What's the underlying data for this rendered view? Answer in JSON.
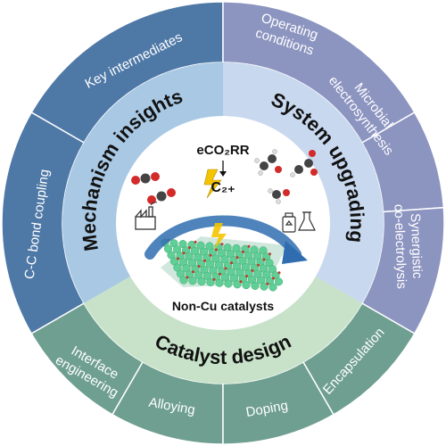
{
  "diagram": {
    "center": {
      "reaction": "eCO₂RR",
      "product": "C₂₊",
      "caption": "Non-Cu catalysts"
    },
    "middle_ring": [
      {
        "id": "mechanism",
        "label": "Mechanism  insights",
        "color": "#a8c8e4"
      },
      {
        "id": "system",
        "label": "System  upgrading",
        "color": "#c8d8ee"
      },
      {
        "id": "catalyst",
        "label": "Catalyst  design",
        "color": "#c7e2c8"
      }
    ],
    "outer_ring": [
      {
        "group": "mechanism",
        "label": "Key intermediates",
        "color": "#4e78a6"
      },
      {
        "group": "mechanism",
        "label": "C-C bond coupling",
        "color": "#4e78a6"
      },
      {
        "group": "system",
        "label": "Operating conditions",
        "lines": [
          "Operating",
          "conditions"
        ],
        "color": "#8c94c0"
      },
      {
        "group": "system",
        "label": "Microbial electrosynthesis",
        "lines": [
          "Microbial",
          "electrosynthesis"
        ],
        "color": "#8c94c0"
      },
      {
        "group": "system",
        "label": "Synergistic co-electrolysis",
        "lines": [
          "Synergistic",
          "co-electrolysis"
        ],
        "color": "#8c94c0"
      },
      {
        "group": "catalyst",
        "label": "Interface engineering",
        "lines": [
          "Interface",
          "engineering"
        ],
        "color": "#6f9f90"
      },
      {
        "group": "catalyst",
        "label": "Alloying",
        "color": "#6f9f90"
      },
      {
        "group": "catalyst",
        "label": "Doping",
        "color": "#6f9f90"
      },
      {
        "group": "catalyst",
        "label": "Encapsulation",
        "color": "#6f9f90"
      }
    ]
  }
}
